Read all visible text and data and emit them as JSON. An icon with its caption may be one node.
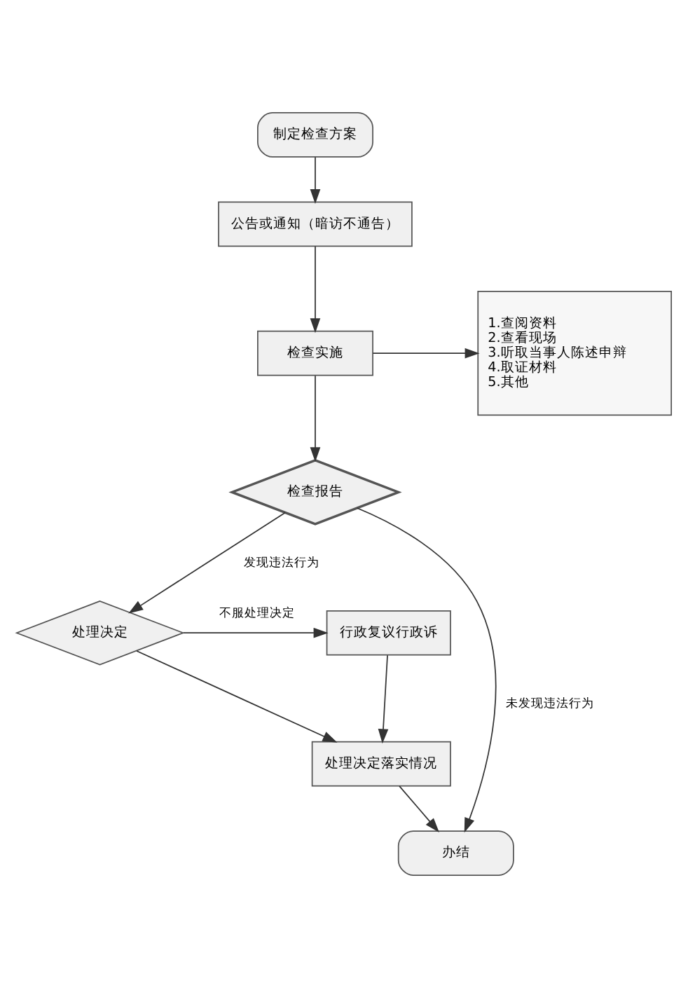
{
  "diagram": {
    "nodes": [
      {
        "text": [
          "制定检查方案"
        ]
      },
      {
        "text": [
          "公告或通知（暗访不通告）"
        ]
      },
      {
        "text": [
          "检查实施"
        ]
      },
      {
        "text": [
          "1.查阅资料",
          "2.查看现场",
          "3.听取当事人陈述申辩",
          "4.取证材料",
          "5.其他"
        ]
      },
      {
        "text": [
          "检查报告"
        ]
      },
      {
        "text": [
          "处理决定"
        ]
      },
      {
        "text": [
          "行政复议行政诉"
        ]
      },
      {
        "text": [
          "处理决定落实情况"
        ]
      },
      {
        "text": [
          "办结"
        ]
      }
    ],
    "edges": [
      {
        "from": 0,
        "to": 1,
        "arrow": "to"
      },
      {
        "from": 1,
        "to": 2,
        "arrow": "to"
      },
      {
        "from": 2,
        "to": 3,
        "arrow": "to"
      },
      {
        "from": 2,
        "to": 4,
        "arrow": "to"
      },
      {
        "from": 4,
        "to": 5,
        "label": "发现违法行为",
        "arrow": "to"
      },
      {
        "from": 5,
        "to": 6,
        "label": "不服处理决定",
        "arrow": "to"
      },
      {
        "from": 5,
        "to": 7,
        "arrow": "to"
      },
      {
        "from": 6,
        "to": 7,
        "arrow": "to"
      },
      {
        "from": 7,
        "to": 8,
        "arrow": "to"
      },
      {
        "from": 4,
        "to": 8,
        "label": "未发现违法行为",
        "arrow": "to"
      }
    ]
  }
}
